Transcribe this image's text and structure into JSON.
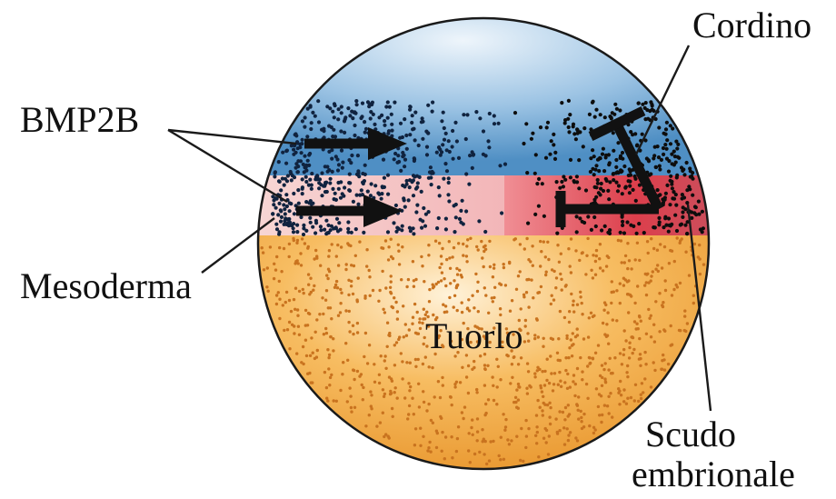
{
  "labels": {
    "bmp": "BMP2B",
    "mesoderm": "Mesoderma",
    "chordin": "Cordino",
    "yolk": "Tuorlo",
    "shield_line1": "Scudo",
    "shield_line2": "embrionale"
  },
  "colors": {
    "animal_cap": "#5f9fd0",
    "animal_cap_light": "#d9e8f4",
    "mesoderm_band": "#f2b4b8",
    "shield_region": "#de4f5a",
    "yolk": "#f3a53c",
    "yolk_light": "#fde9c4",
    "dots_dark": "#10233f",
    "arrows": "#111111",
    "yolk_dots": "#c9731f"
  }
}
